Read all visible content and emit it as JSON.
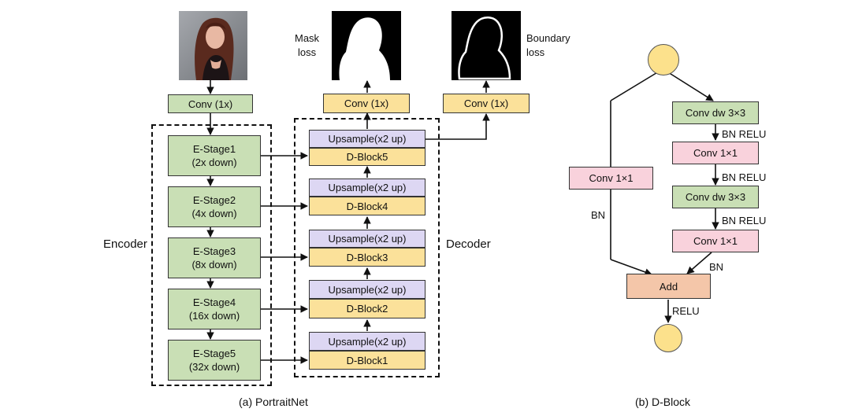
{
  "encoder": {
    "label": "Encoder",
    "input_conv": "Conv (1x)",
    "stages": [
      {
        "name": "E-Stage1",
        "sub": "(2x down)"
      },
      {
        "name": "E-Stage2",
        "sub": "(4x down)"
      },
      {
        "name": "E-Stage3",
        "sub": "(8x down)"
      },
      {
        "name": "E-Stage4",
        "sub": "(16x down)"
      },
      {
        "name": "E-Stage5",
        "sub": "(32x down)"
      }
    ]
  },
  "decoder": {
    "label": "Decoder",
    "mask_conv": "Conv (1x)",
    "boundary_conv": "Conv (1x)",
    "blocks": [
      {
        "upsample": "Upsample(x2 up)",
        "dblock": "D-Block5"
      },
      {
        "upsample": "Upsample(x2 up)",
        "dblock": "D-Block4"
      },
      {
        "upsample": "Upsample(x2 up)",
        "dblock": "D-Block3"
      },
      {
        "upsample": "Upsample(x2 up)",
        "dblock": "D-Block2"
      },
      {
        "upsample": "Upsample(x2 up)",
        "dblock": "D-Block1"
      }
    ]
  },
  "outputs": {
    "mask_loss": "Mask\nloss",
    "boundary_loss": "Boundary\nloss"
  },
  "dblock": {
    "shortcut_conv": "Conv 1×1",
    "shortcut_norm": "BN",
    "main": [
      "Conv dw 3×3",
      "Conv 1×1",
      "Conv dw 3×3",
      "Conv 1×1"
    ],
    "main_labels": [
      "BN RELU",
      "BN RELU",
      "BN RELU",
      "BN"
    ],
    "add": "Add",
    "post": "RELU"
  },
  "captions": {
    "left": "(a) PortraitNet",
    "right": "(b) D-Block"
  }
}
